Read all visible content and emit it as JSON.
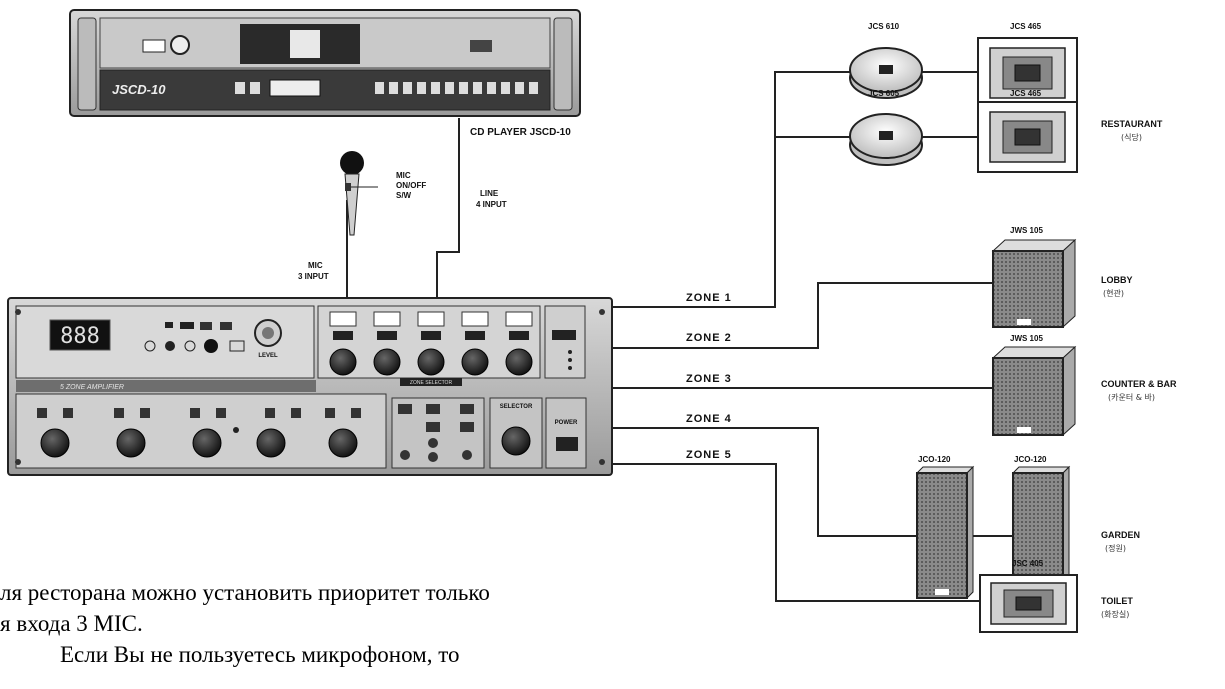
{
  "cd_player": {
    "brand": "JSCD-10",
    "caption": "CD PLAYER  JSCD-10"
  },
  "mic": {
    "switch_label": [
      "MIC",
      "ON/OFF",
      "S/W"
    ],
    "input_label": [
      "MIC",
      "3 INPUT"
    ]
  },
  "line_input": [
    "LINE",
    "4 INPUT"
  ],
  "amplifier": {
    "panel_text": "5 ZONE AMPLIFIER",
    "display": "888",
    "level_label": "LEVEL",
    "selector_label": "SELECTOR",
    "power_label": "POWER",
    "zone_bar_text": "ZONE SELECTOR"
  },
  "zones": [
    "ZONE 1",
    "ZONE 2",
    "ZONE 3",
    "ZONE 4",
    "ZONE 5"
  ],
  "speakers": {
    "jcs610": "JCS 610",
    "jcs605": "JCS 605",
    "jcs465a": "JCS 465",
    "jcs465b": "JCS 465",
    "jws105a": "JWS 105",
    "jws105b": "JWS 105",
    "jco120a": "JCO-120",
    "jco120b": "JCO-120",
    "jsc405": "JSC 405"
  },
  "areas": {
    "restaurant": {
      "name": "RESTAURANT",
      "ko": "(식당)"
    },
    "lobby": {
      "name": "LOBBY",
      "ko": "(현관)"
    },
    "counter": {
      "name": "COUNTER & BAR",
      "ko": "(카운터 & 바)"
    },
    "garden": {
      "name": "GARDEN",
      "ko": "(정원)"
    },
    "toilet": {
      "name": "TOILET",
      "ko": "(화장실)"
    }
  },
  "note": {
    "line1": "ля ресторана можно установить приоритет только",
    "line2": "я входа 3 MIC.",
    "line3": "Если   Вы   не   пользуетесь   микрофоном,   то"
  }
}
